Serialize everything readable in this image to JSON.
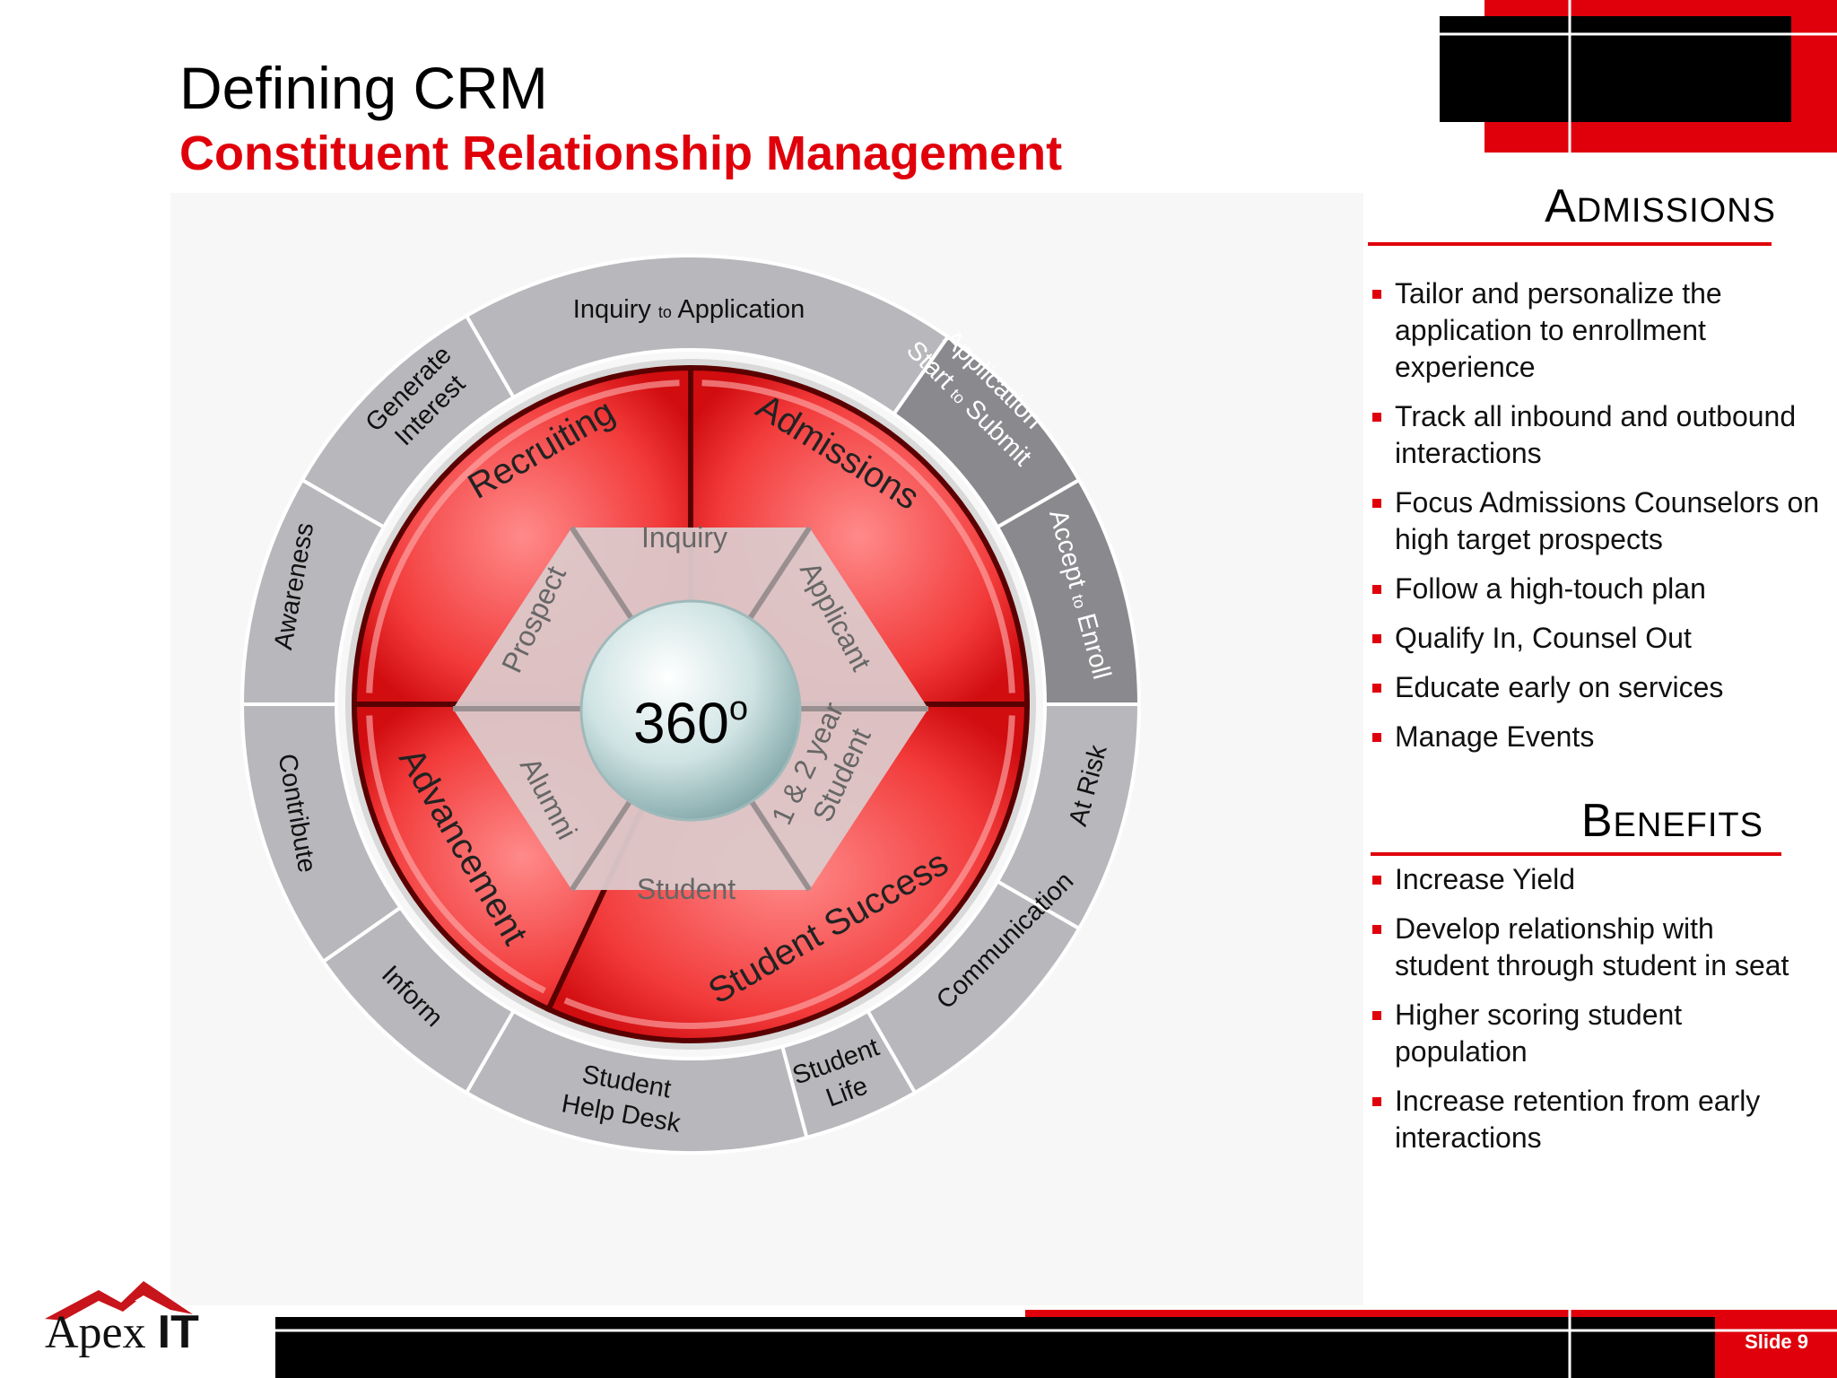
{
  "slide": {
    "title": "Defining CRM",
    "subtitle": "Constituent Relationship Management",
    "slide_number": "Slide 9"
  },
  "diagram": {
    "center": {
      "value": "360",
      "sup": "o"
    },
    "inner_labels": [
      "Inquiry",
      "Applicant",
      "1 & 2 year",
      "Student",
      "Student",
      "Alumni",
      "Prospect"
    ],
    "quadrants": [
      "Recruiting",
      "Admissions",
      "Student Success",
      "Advancement"
    ],
    "outer_ring": {
      "inquiry_app": [
        "Inquiry ",
        "to",
        " Application"
      ],
      "app_start_line1": "Application",
      "app_start_line2": [
        "Start ",
        "to",
        " Submit"
      ],
      "accept": [
        "Accept ",
        "to",
        " Enroll"
      ],
      "at_risk": "At Risk",
      "communication": "Communication",
      "student_life": [
        "Student",
        "Life"
      ],
      "help_desk": [
        "Student",
        "Help Desk"
      ],
      "inform": "Inform",
      "contribute": "Contribute",
      "awareness": "Awareness",
      "generate_interest": [
        "Generate",
        "Interest"
      ]
    },
    "colors": {
      "ring": "#b8b7bb",
      "ring_dark": "#8a898d",
      "red": "#e41d1f",
      "red_light": "#ff6d6d",
      "hex": "#dcc9ca"
    }
  },
  "admissions": {
    "heading_first": "A",
    "heading_rest": "DMISSIONS",
    "bullets": [
      "Tailor and personalize the application to enrollment experience",
      "Track all inbound and outbound interactions",
      "Focus Admissions Counselors on high target prospects",
      "Follow a high-touch plan",
      "Qualify In, Counsel Out",
      "Educate early on services",
      "Manage Events"
    ]
  },
  "benefits": {
    "heading_first": "B",
    "heading_rest": "ENEFITS",
    "bullets": [
      "Increase Yield",
      "Develop relationship with student through student in seat",
      "Higher scoring student population",
      "Increase retention from early interactions"
    ]
  },
  "logo": {
    "name_first": "Apex",
    "name_second": "IT"
  }
}
